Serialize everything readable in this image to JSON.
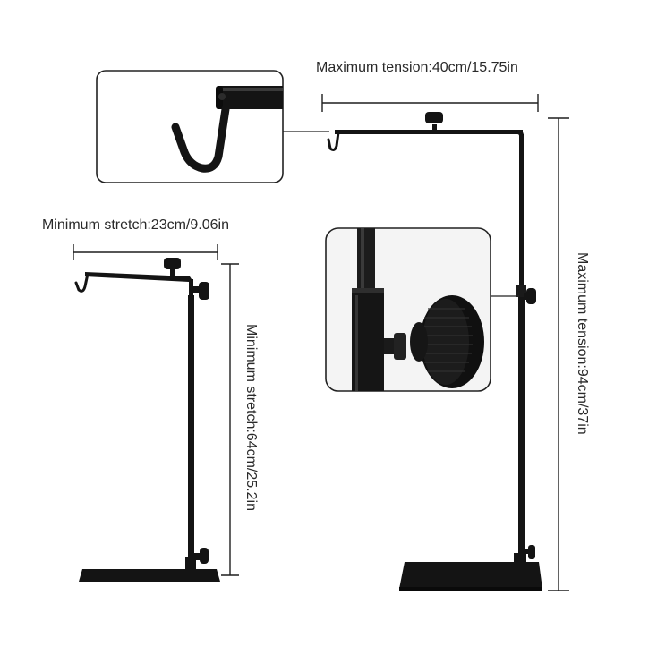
{
  "labels": {
    "max_width": "Maximum tension:40cm/15.75in",
    "min_width": "Minimum stretch:23cm/9.06in",
    "min_height": "Minimum stretch:64cm/25.2in",
    "max_height": "Maximum tension:94cm/37in"
  },
  "colors": {
    "background": "#ffffff",
    "stand": "#141414",
    "dimension_line": "#1f1f1f",
    "callout_border": "#222222",
    "text": "#2a2a2a"
  },
  "icons": [
    "hook-detail",
    "knob-detail",
    "tall-stand",
    "short-stand"
  ]
}
